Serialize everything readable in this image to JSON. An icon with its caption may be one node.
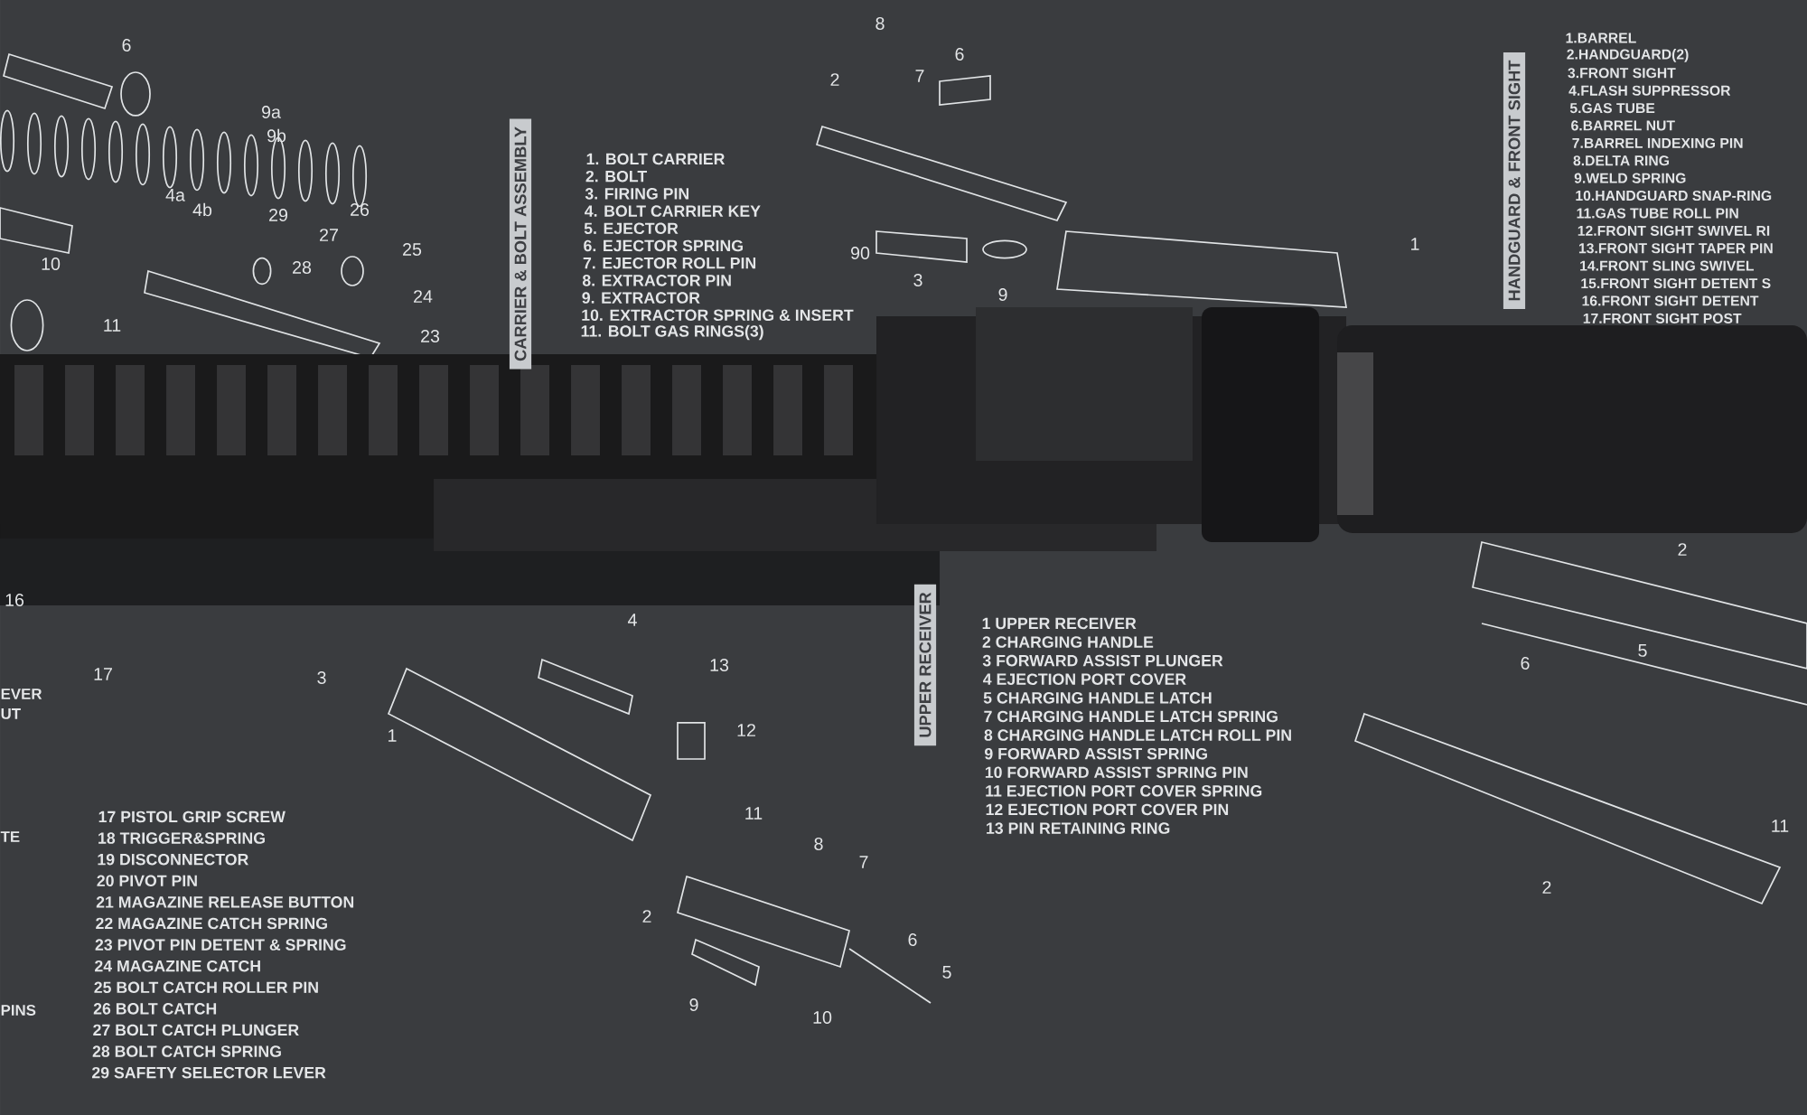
{
  "diagram": {
    "labels": [
      "6",
      "9a",
      "9b",
      "4a",
      "4b",
      "29",
      "26",
      "27",
      "25",
      "10",
      "28",
      "24",
      "11",
      "23",
      "CARRIER & BOLT ASSEMBLY",
      "1. BOLT CARRIER",
      "2. BOLT",
      "3. FIRING PIN",
      "4. BOLT CARRIER KEY",
      "5. EJECTOR",
      "6. EJECTOR SPRING",
      "7. EJECTOR ROLL PIN",
      "8. EXTRACTOR PIN",
      "9. EXTRACTOR",
      "10. EXTRACTOR SPRING & INSERT",
      "11. BOLT GAS RINGS(3)",
      "8",
      "6",
      "2",
      "7",
      "90",
      "3",
      "9",
      "1",
      "HANDGUARD & FRONT SIGHT",
      "1.BARREL",
      "2.HANDGUARD(2)",
      "3.FRONT SIGHT",
      "4.FLASH SUPPRESSOR",
      "5.GAS TUBE",
      "6.BARREL NUT",
      "7.BARREL INDEXING PIN",
      "8.DELTA RING",
      "9.WELD SPRING",
      "10.HANDGUARD SNAP-RING",
      "11.GAS TUBE ROLL PIN",
      "12.FRONT SIGHT SWIVEL RI",
      "13.FRONT SIGHT TAPER PIN",
      "14.FRONT SLING SWIVEL",
      "15.FRONT SIGHT DETENT S",
      "16.FRONT SIGHT DETENT",
      "17.FRONT SIGHT POST",
      "16",
      "17",
      "3",
      "1",
      "4",
      "13",
      "12",
      "11",
      "8",
      "7",
      "2",
      "6",
      "5",
      "9",
      "10",
      "UPPER RECEIVER",
      "1 UPPER RECEIVER",
      "2 CHARGING HANDLE",
      "3 FORWARD ASSIST PLUNGER",
      "4 EJECTION PORT COVER",
      "5 CHARGING HANDLE LATCH",
      "7 CHARGING HANDLE LATCH SPRING",
      "8 CHARGING HANDLE LATCH ROLL PIN",
      "9 FORWARD ASSIST SPRING",
      "10 FORWARD ASSIST SPRING PIN",
      "11 EJECTION PORT COVER SPRING",
      "12 EJECTION PORT COVER PIN",
      "13 PIN RETAINING RING",
      "2",
      "5",
      "6",
      "2",
      "11",
      "EVER",
      "UT",
      "TE",
      "PINS",
      "17 PISTOL GRIP SCREW",
      "18 TRIGGER&SPRING",
      "19 DISCONNECTOR",
      "20 PIVOT PIN",
      "21 MAGAZINE RELEASE BUTTON",
      "22 MAGAZINE CATCH SPRING",
      "23 PIVOT PIN DETENT & SPRING",
      "24 MAGAZINE CATCH",
      "25 BOLT CATCH ROLLER PIN",
      "26 BOLT CATCH",
      "27 BOLT CATCH PLUNGER",
      "28 BOLT CATCH SPRING",
      "29 SAFETY SELECTOR LEVER"
    ]
  }
}
